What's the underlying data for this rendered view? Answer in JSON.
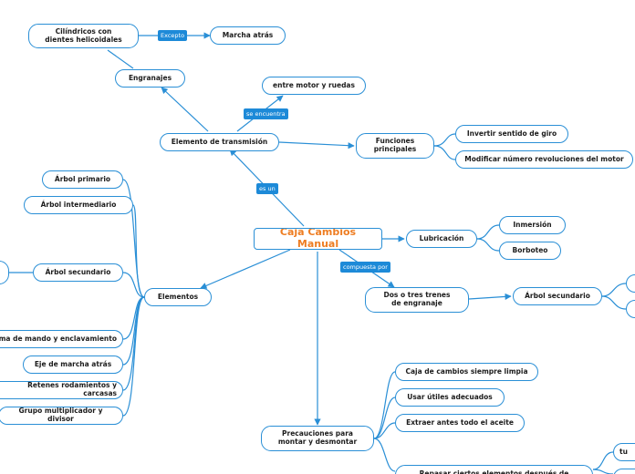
{
  "colors": {
    "line": "#2a8fd6",
    "tag_bg": "#1d8ad8",
    "root_text": "#ee7d22"
  },
  "nodes": {
    "root": "Caja Cambios Manual",
    "cilindricos": "Cilíndricos con\ndientes helicoidales",
    "marcha_atras": "Marcha atrás",
    "engranajes": "Engranajes",
    "motor_ruedas": "entre motor y ruedas",
    "elemento_transmision": "Elemento de transmisión",
    "funciones": "Funciones\nprincipales",
    "invertir": "Invertir sentido de giro",
    "modificar": "Modificar número revoluciones del motor",
    "lubricacion": "Lubricación",
    "inmersion": "Inmersión",
    "borboteo": "Borboteo",
    "elementos": "Elementos",
    "arbol_primario": "Árbol primario",
    "arbol_intermediario": "Árbol intermediario",
    "arbol_secundario": "Árbol secundario",
    "sistema_mando": "Sistema de mando y enclavamiento",
    "eje_marcha_atras": "Eje de marcha atrás",
    "retenes": "Retenes rodamientos y carcasas",
    "grupo_multiplicador": "Grupo multiplicador y divisor",
    "dos_tres_trenes": "Dos o tres trenes\nde engranaje",
    "arbol_secundario_2": "Árbol secundario",
    "precauciones": "Precauciones para\nmontar y desmontar",
    "caja_limpia": "Caja de cambios siempre limpia",
    "utiles": "Usar útiles adecuados",
    "aceite": "Extraer antes todo el aceite",
    "repasar": "Repasar ciertos elementos después de",
    "tu": "tu"
  },
  "tags": {
    "excepto": "Excepto",
    "se_encuentra": "se encuentra",
    "es_un": "es un",
    "compuesta_por": "compuesta por"
  }
}
